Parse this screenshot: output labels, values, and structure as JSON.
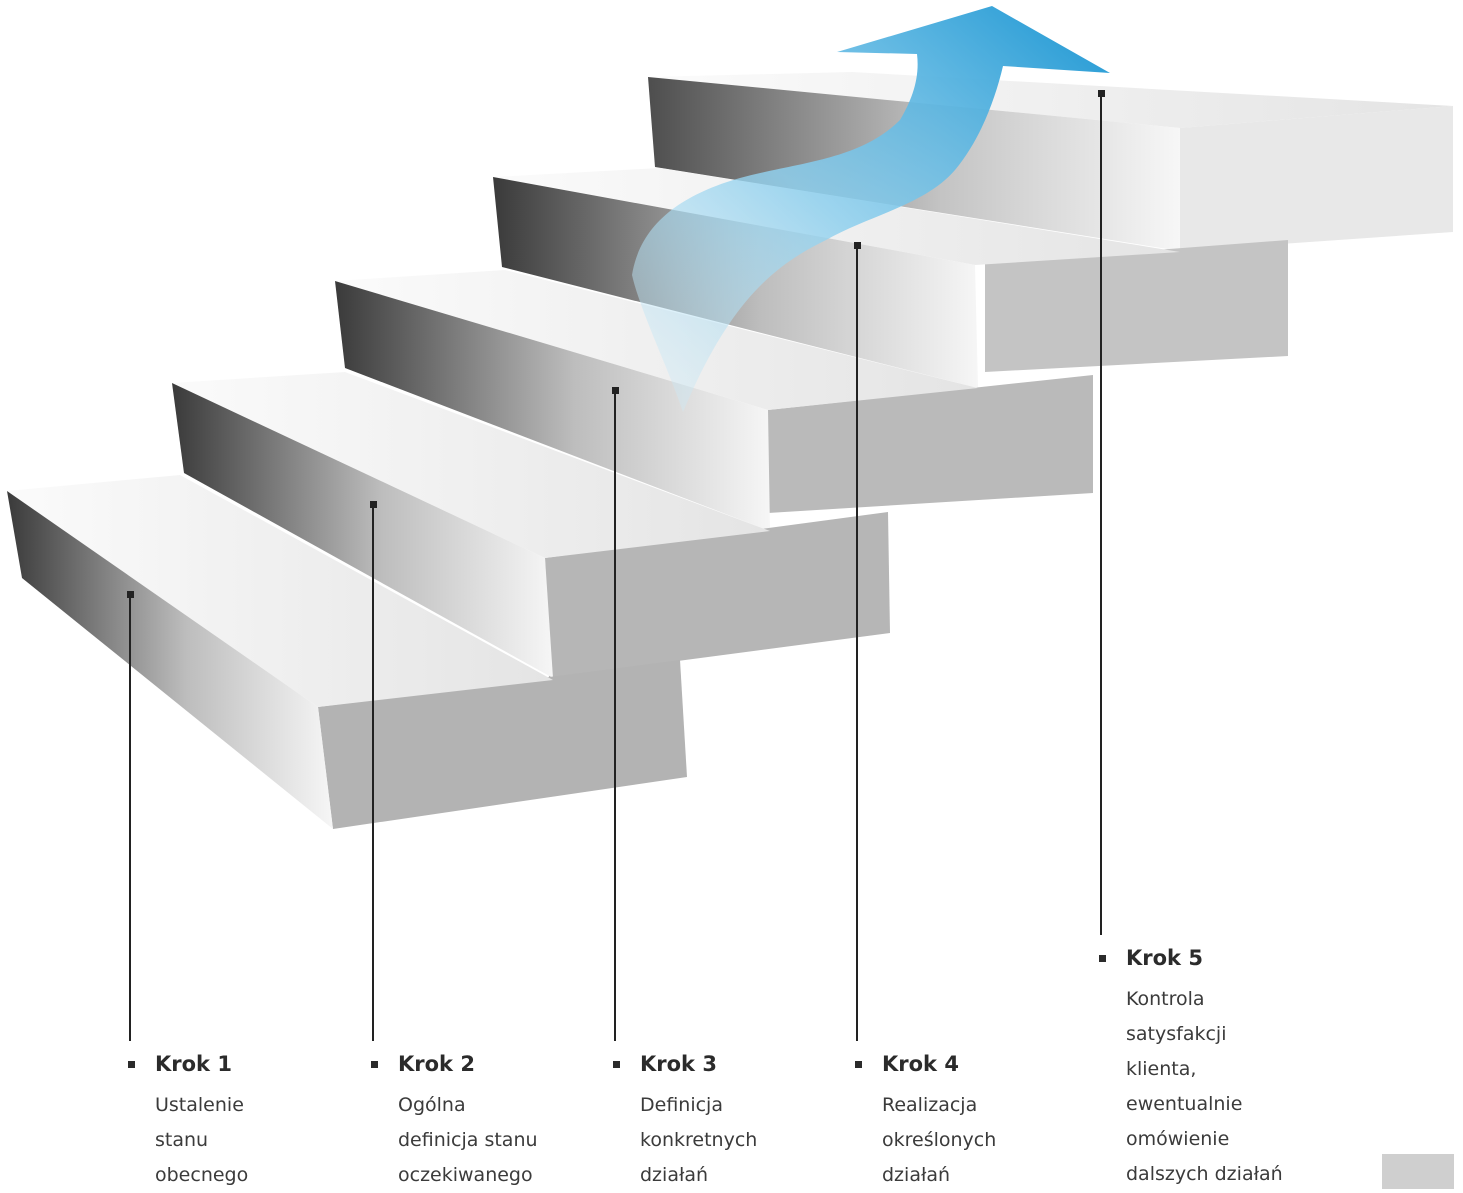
{
  "colors": {
    "arrow_light": "#8fd0ee",
    "arrow_dark": "#1a95d2",
    "riser": "#b3b3b3",
    "connector": "#222222",
    "swatch": "#cfcfcf"
  },
  "steps": [
    {
      "title": "Krok 1",
      "desc": [
        "Ustalenie",
        "stanu",
        "obecnego"
      ]
    },
    {
      "title": "Krok 2",
      "desc": [
        "Ogólna",
        "definicja stanu",
        "oczekiwanego"
      ]
    },
    {
      "title": "Krok 3",
      "desc": [
        "Definicja",
        "konkretnych",
        "działań"
      ]
    },
    {
      "title": "Krok 4",
      "desc": [
        "Realizacja",
        "określonych",
        "działań"
      ]
    },
    {
      "title": "Krok 5",
      "desc": [
        "Kontrola",
        "satysfakcji",
        "klienta,",
        "ewentualnie",
        "omówienie",
        "dalszych działań"
      ]
    }
  ]
}
